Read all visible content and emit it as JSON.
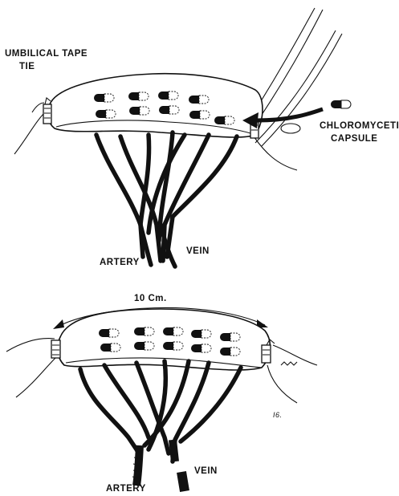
{
  "labels": {
    "tape_line1": "UMBILICAL TAPE",
    "tape_line2": "TIE",
    "capsule_line1": "CHLOROMYCETIN",
    "capsule_line2": "CAPSULE",
    "artery_top": "ARTERY",
    "vein_top": "VEIN",
    "length": "10  Cm.",
    "artery_bottom": "ARTERY",
    "vein_bottom": "VEIN",
    "artist_mark": "I6."
  },
  "colors": {
    "ink": "#111111",
    "paper": "#ffffff"
  }
}
